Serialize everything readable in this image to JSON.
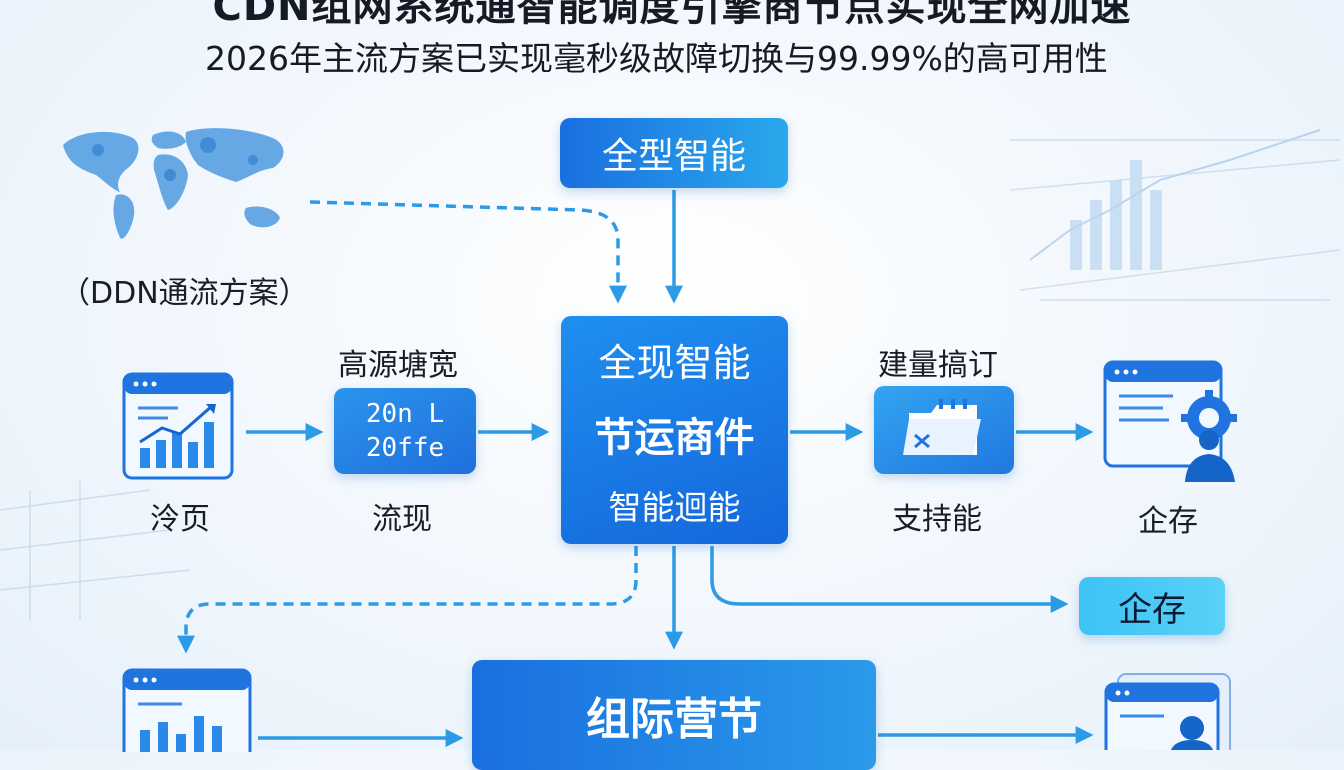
{
  "title": "CDN组网系统通智能调度引擎商节点实现全网加速",
  "subtitle": "2026年主流方案已实现毫秒级故障切换与99.99%的高可用性",
  "map_caption": "（DDN通流方案）",
  "top_box": "全型智能",
  "center_box": {
    "line1": "全现智能",
    "line2": "节运商件",
    "line3": "智能迴能"
  },
  "source_node": {
    "top_label": "高源塘宽",
    "code_line1": "20n L",
    "code_line2": "20ffe",
    "bottom_label": "流现"
  },
  "left_node": {
    "label": "泠页"
  },
  "process_node": {
    "top_label": "建量搞订",
    "bottom_label": "支持能"
  },
  "user_node": {
    "label": "企存"
  },
  "right_box": "企存",
  "bottom_box": "组际营节",
  "colors": {
    "primary": "#1f74e0",
    "accent": "#2aa8ec",
    "arrow": "#2c9be6",
    "highlight": "#4bcaf5"
  }
}
